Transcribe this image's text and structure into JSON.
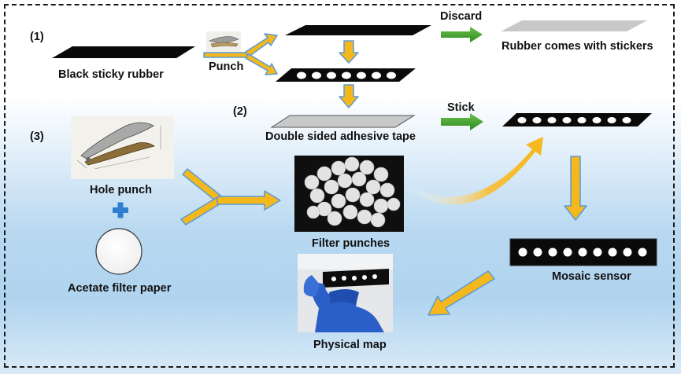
{
  "steps": {
    "s1": "(1)",
    "s2": "(2)",
    "s3": "(3)"
  },
  "labels": {
    "black_sticky_rubber": "Black sticky rubber",
    "punch": "Punch",
    "discard": "Discard",
    "rubber_with_stickers": "Rubber comes with stickers",
    "double_sided_tape": "Double sided adhesive tape",
    "stick": "Stick",
    "hole_punch": "Hole punch",
    "acetate_filter_paper": "Acetate filter paper",
    "filter_punches": "Filter punches",
    "mosaic_sensor": "Mosaic sensor",
    "physical_map": "Physical map"
  },
  "colors": {
    "arrow_fill": "#f5b81c",
    "arrow_outline": "#5a9bd5",
    "green_arrow": "#3a9a2a",
    "plus": "#2f7fd0",
    "rubber": "#0a0a0a",
    "grey_sheet": "#c8c8c8",
    "glove": "#2a5fc8"
  },
  "icons": {
    "photo_hole_punch_small": "hole-punch-photo",
    "photo_hole_punch_large": "hole-punch-photo",
    "photo_filter_punches": "filter-punches-photo",
    "photo_physical_map": "gloved-hand-photo"
  }
}
